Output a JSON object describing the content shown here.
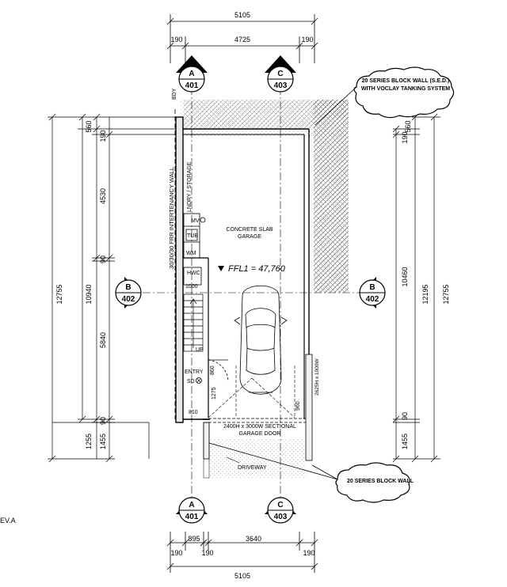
{
  "dims_top": {
    "overall": "5105",
    "left_wall": "190",
    "inner": "4725",
    "right_wall": "190"
  },
  "dims_bottom": {
    "overall": "5105",
    "left_wall": "190",
    "entry_width": "895",
    "inner_left_wall": "190",
    "garage_width": "3640",
    "right_wall": "190"
  },
  "dims_left": {
    "top_offset": "560",
    "wall_top": "190",
    "laundry": "4530",
    "mid_wall": "90",
    "stair": "5840",
    "bottom_wall": "90",
    "setback_a": "1255",
    "setback_b": "1455",
    "total_inner": "10940",
    "total": "12755"
  },
  "dims_right": {
    "top_offset": "560",
    "wall_top": "190",
    "inner": "10460",
    "bottom_wall": "90",
    "setback": "1455",
    "total_a": "12195",
    "total_b": "12755"
  },
  "sections": {
    "a_top": {
      "letter": "A",
      "number": "401"
    },
    "c_top": {
      "letter": "C",
      "number": "403"
    },
    "b_left": {
      "letter": "B",
      "number": "402"
    },
    "b_right": {
      "letter": "B",
      "number": "402"
    },
    "a_bottom": {
      "letter": "A",
      "number": "401"
    },
    "c_bottom": {
      "letter": "C",
      "number": "403"
    }
  },
  "labels": {
    "boundary": "BDY",
    "tenancy_wall": "30/30/30 FRR INTERTENANCY WALL",
    "laundry": "LNDRY / STORAGE",
    "mv": "MV",
    "tub": "TUB",
    "wm": "WM",
    "hwc": "HWC",
    "hwc_dim": "1000",
    "garage_line1": "CONCRETE SLAB",
    "garage_line2": "GARAGE",
    "ffl": "FFL1 = 47,760",
    "up": "UP",
    "entry": "ENTRY",
    "sd": "SD",
    "door_860": "860",
    "dim_1275": "1275",
    "dim_810": "810",
    "dim_960": "960",
    "door_height": "2625H x 1000W",
    "garage_door_line1": "2400H x 3000W SECTIONAL",
    "garage_door_line2": "GARAGE DOOR",
    "driveway": "DRIVEWAY",
    "rev": "EV.A"
  },
  "callouts": {
    "block_wall_top_line1": "20 SERIES BLOCK WALL (S.E.D.)",
    "block_wall_top_line2": "WITH VOCLAY TANKING SYSTEM",
    "block_wall_bottom": "20 SERIES BLOCK WALL"
  }
}
